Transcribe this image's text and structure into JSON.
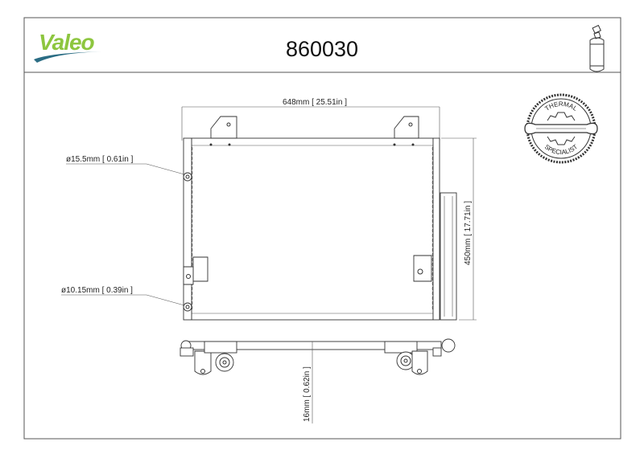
{
  "header": {
    "brand": "Valeo",
    "part_number": "860030",
    "brand_color": "#8dc63f",
    "swoosh_color": "#2b6d84",
    "product_icon": "receiver-drier-icon"
  },
  "badge": {
    "top_text": "THERMAL",
    "bottom_text": "SPECIALIST",
    "icon": "wrench-gear-badge-icon"
  },
  "dimensions": {
    "width": "648mm [ 25.51in ]",
    "height": "450mm [ 17.71in ]",
    "inlet_diameter": "ø15.5mm [ 0.61in ]",
    "outlet_diameter": "ø10.15mm [ 0.39in ]",
    "thickness": "16mm [ 0.62in ]"
  }
}
